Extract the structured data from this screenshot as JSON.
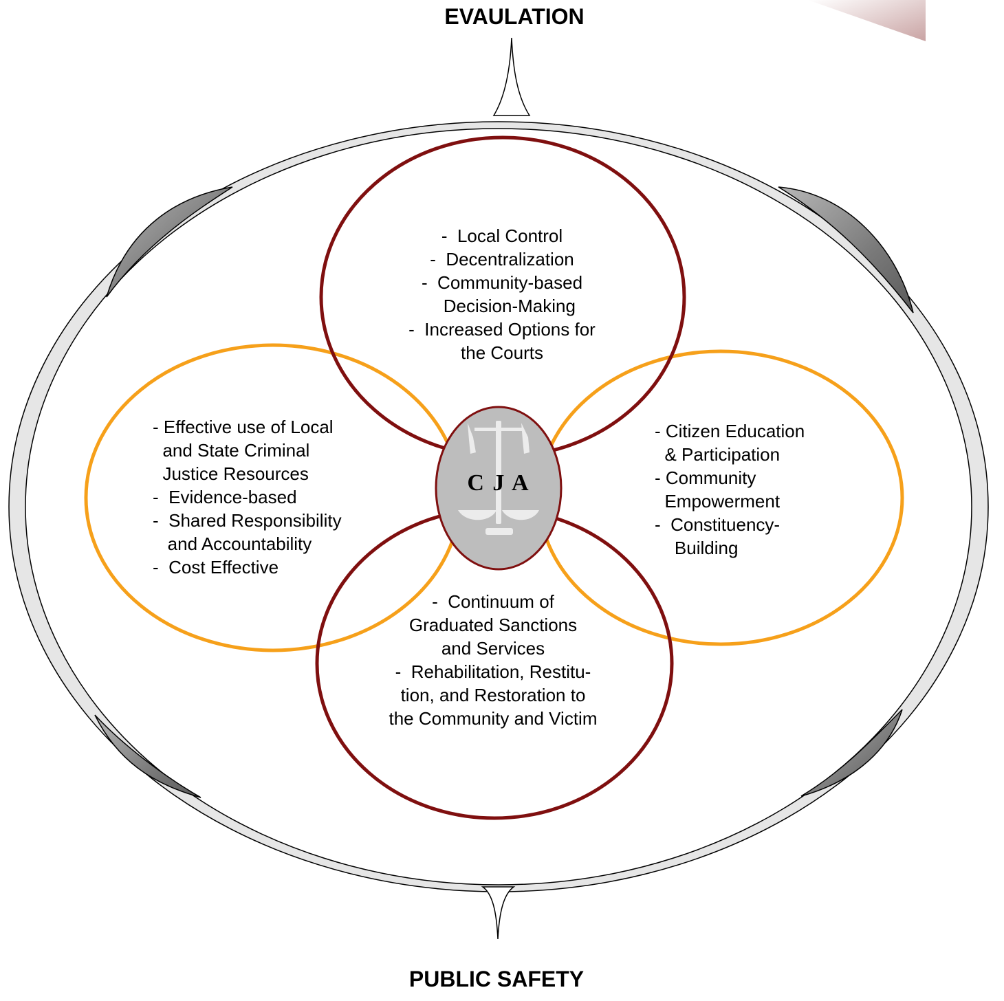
{
  "labels": {
    "top": "EVAULATION",
    "bottom": "PUBLIC SAFETY",
    "center": "C J A"
  },
  "circles": {
    "top": {
      "lines": [
        "-  Local Control",
        "-  Decentralization",
        "-  Community-based",
        "   Decision-Making",
        "-  Increased Options for",
        "the Courts"
      ]
    },
    "left": {
      "lines": [
        "- Effective use of Local",
        "  and State Criminal",
        "  Justice Resources",
        "-  Evidence-based",
        "-  Shared Responsibility",
        "   and Accountability",
        "-  Cost Effective"
      ]
    },
    "right": {
      "lines": [
        "- Citizen Education",
        "  & Participation",
        "- Community",
        "  Empowerment",
        "-  Constituency-",
        "    Building"
      ]
    },
    "bottom": {
      "lines": [
        "-  Continuum of",
        "Graduated Sanctions",
        "and Services",
        "-  Rehabilitation, Restitu-",
        "tion, and Restoration to",
        "the Community and Victim"
      ]
    }
  },
  "colors": {
    "maroon": "#7f0f0f",
    "orange": "#f6a01a",
    "ring": "#e6e6e6",
    "lens": "#858585",
    "seal": "#bdbdbd"
  }
}
